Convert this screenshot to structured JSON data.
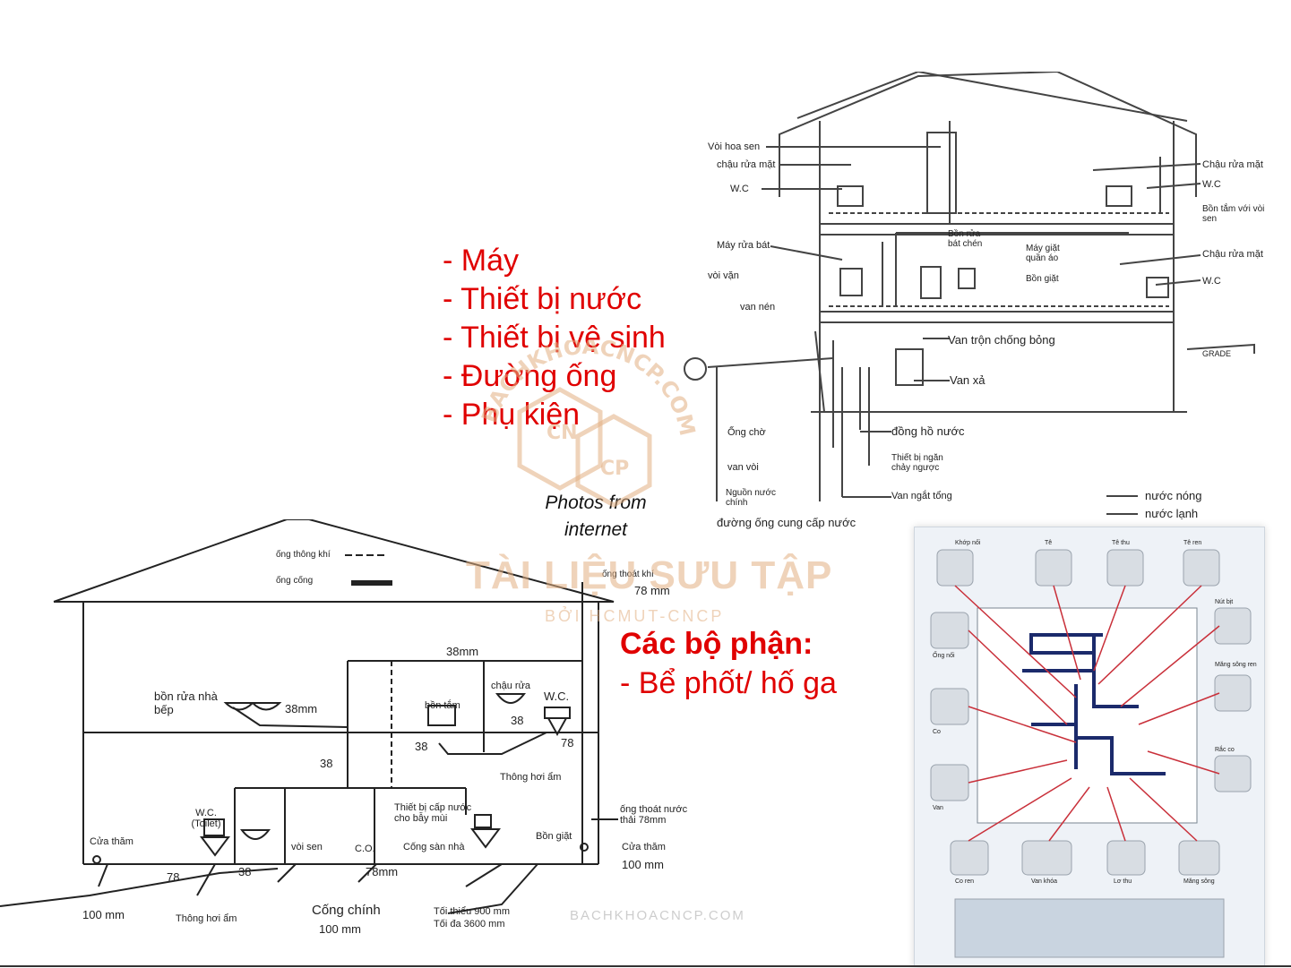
{
  "bullets": [
    "- Máy",
    "- Thiết bị nước",
    "- Thiết bị vệ sinh",
    "- Đường ống",
    "- Phụ kiện"
  ],
  "photos_note": [
    "Photos from",
    "internet"
  ],
  "parts": {
    "title": "Các bộ phận:",
    "item": "- Bể phốt/ hố ga"
  },
  "watermark": {
    "main": "TÀI LIỆU SƯU TẬP",
    "sub": "BỞI HCMUT-CNCP",
    "url": "BACHKHOACNCP.COM",
    "arc": "BACHKHOACNCP.COM",
    "logo_letters": [
      "CN",
      "CP"
    ]
  },
  "supply_diagram": {
    "labels_left": [
      "Vòi hoa sen",
      "chậu rửa mặt",
      "W.C",
      "Máy rửa bát",
      "vòi vặn",
      "van nén",
      "Ống chờ",
      "van vòi",
      "Nguồn nước chính"
    ],
    "labels_right": [
      "Chậu rửa mặt",
      "W.C",
      "Bồn tắm với vòi sen",
      "Chậu rửa mặt",
      "W.C",
      "GRADE"
    ],
    "labels_center": [
      "Bồn rửa bát chén",
      "Máy giặt quần áo",
      "Bồn giặt",
      "Van trộn chống bỏng",
      "Van xả",
      "đồng hồ nước",
      "Thiết bị ngăn chảy ngược",
      "Van ngắt tổng"
    ],
    "caption": "đường ống cung cấp nước",
    "legend": [
      {
        "label": "nước nóng"
      },
      {
        "label": "nước lạnh"
      }
    ]
  },
  "drainage_diagram": {
    "legend": [
      "ống thông khí",
      "ống cống"
    ],
    "labels": [
      "ống thoát khí",
      "78 mm",
      "38mm",
      "bồn rửa nhà bếp",
      "38mm",
      "chậu rửa",
      "W.C.",
      "bồn tắm",
      "38",
      "78",
      "38",
      "38",
      "Thông hơi ẩm",
      "Thiết bị cấp nước cho bẫy mùi",
      "W.C. (Toilet)",
      "vòi sen",
      "C.O.",
      "Cống sàn nhà",
      "Bồn giặt",
      "ống thoát nước thải 78mm",
      "Cửa thăm",
      "Cửa thăm",
      "100 mm",
      "78",
      "38",
      "78mm",
      "100 mm",
      "Thông hơi ẩm",
      "Cống chính",
      "100 mm",
      "Tối thiểu 900 mm",
      "Tối đa 3600 mm"
    ]
  },
  "fittings_photo": {
    "labels": [
      "Khớp nối",
      "Tê",
      "Tê thu",
      "Tê ren",
      "Ống nối",
      "Co",
      "Van",
      "Măng sông ren",
      "Rắc co",
      "Nút bịt",
      "Co ren",
      "Van khóa",
      "Lơ thu",
      "Măng sông"
    ]
  },
  "colors": {
    "accent": "#e00000",
    "watermark": "#e2af82"
  }
}
